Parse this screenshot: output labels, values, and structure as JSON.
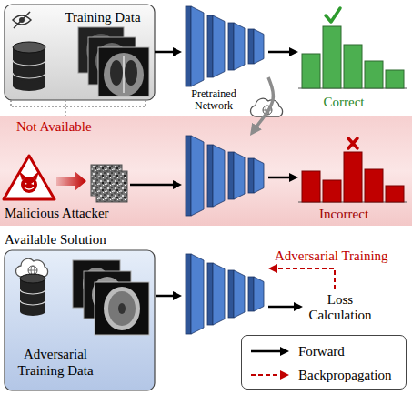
{
  "diagram": {
    "nodes": [
      {
        "text": [
          "Training Data"
        ]
      },
      {
        "text": [
          "Pretrained Network"
        ]
      },
      {
        "text": [
          "Correct"
        ]
      },
      {
        "text": [
          "Not Available"
        ]
      },
      {
        "text": [
          "Malicious Attacker"
        ],
        "in": 3
      },
      {
        "text": [],
        "in": 3
      },
      {
        "text": [
          "Incorrect"
        ],
        "in": 3
      },
      {
        "text": [
          "Available Solution",
          "Adversarial Training Data"
        ]
      },
      {
        "text": []
      },
      {
        "text": [
          "Loss Calculation"
        ]
      }
    ],
    "edges": [
      {
        "from": 0,
        "to": 1,
        "arrow": "to"
      },
      {
        "from": 1,
        "to": 2,
        "arrow": "to"
      },
      {
        "from": 1,
        "to": 5,
        "arrow": "to"
      },
      {
        "from": 4,
        "to": 5,
        "arrow": "to"
      },
      {
        "from": 5,
        "to": 6,
        "arrow": "to"
      },
      {
        "from": 7,
        "to": 8,
        "arrow": "to"
      },
      {
        "from": 8,
        "to": 9,
        "arrow": "to"
      },
      {
        "from": 9,
        "to": 8,
        "label": "Adversarial Training",
        "arrow": "to"
      },
      {
        "from": 0,
        "to": 3,
        "arrow": "none"
      }
    ],
    "legend": [
      {
        "text": "Forward"
      },
      {
        "text": "Backpropagation"
      }
    ]
  }
}
